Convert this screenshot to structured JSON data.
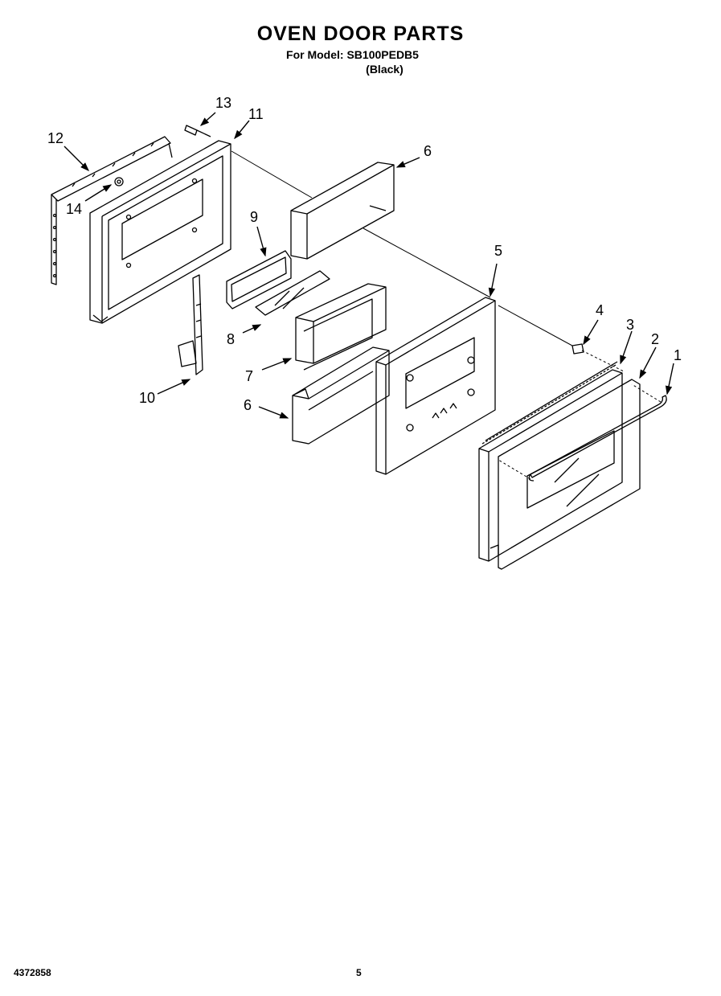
{
  "header": {
    "title": "OVEN DOOR PARTS",
    "model_line": "For Model: SB100PEDB5",
    "color_line": "(Black)"
  },
  "callouts": [
    {
      "id": "c1",
      "label": "1"
    },
    {
      "id": "c2",
      "label": "2"
    },
    {
      "id": "c3",
      "label": "3"
    },
    {
      "id": "c4",
      "label": "4"
    },
    {
      "id": "c5",
      "label": "5"
    },
    {
      "id": "c6a",
      "label": "6"
    },
    {
      "id": "c6b",
      "label": "6"
    },
    {
      "id": "c7",
      "label": "7"
    },
    {
      "id": "c8",
      "label": "8"
    },
    {
      "id": "c9",
      "label": "9"
    },
    {
      "id": "c10",
      "label": "10"
    },
    {
      "id": "c11",
      "label": "11"
    },
    {
      "id": "c12",
      "label": "12"
    },
    {
      "id": "c13",
      "label": "13"
    },
    {
      "id": "c14",
      "label": "14"
    }
  ],
  "footer": {
    "doc_number": "4372858",
    "page_number": "5"
  }
}
